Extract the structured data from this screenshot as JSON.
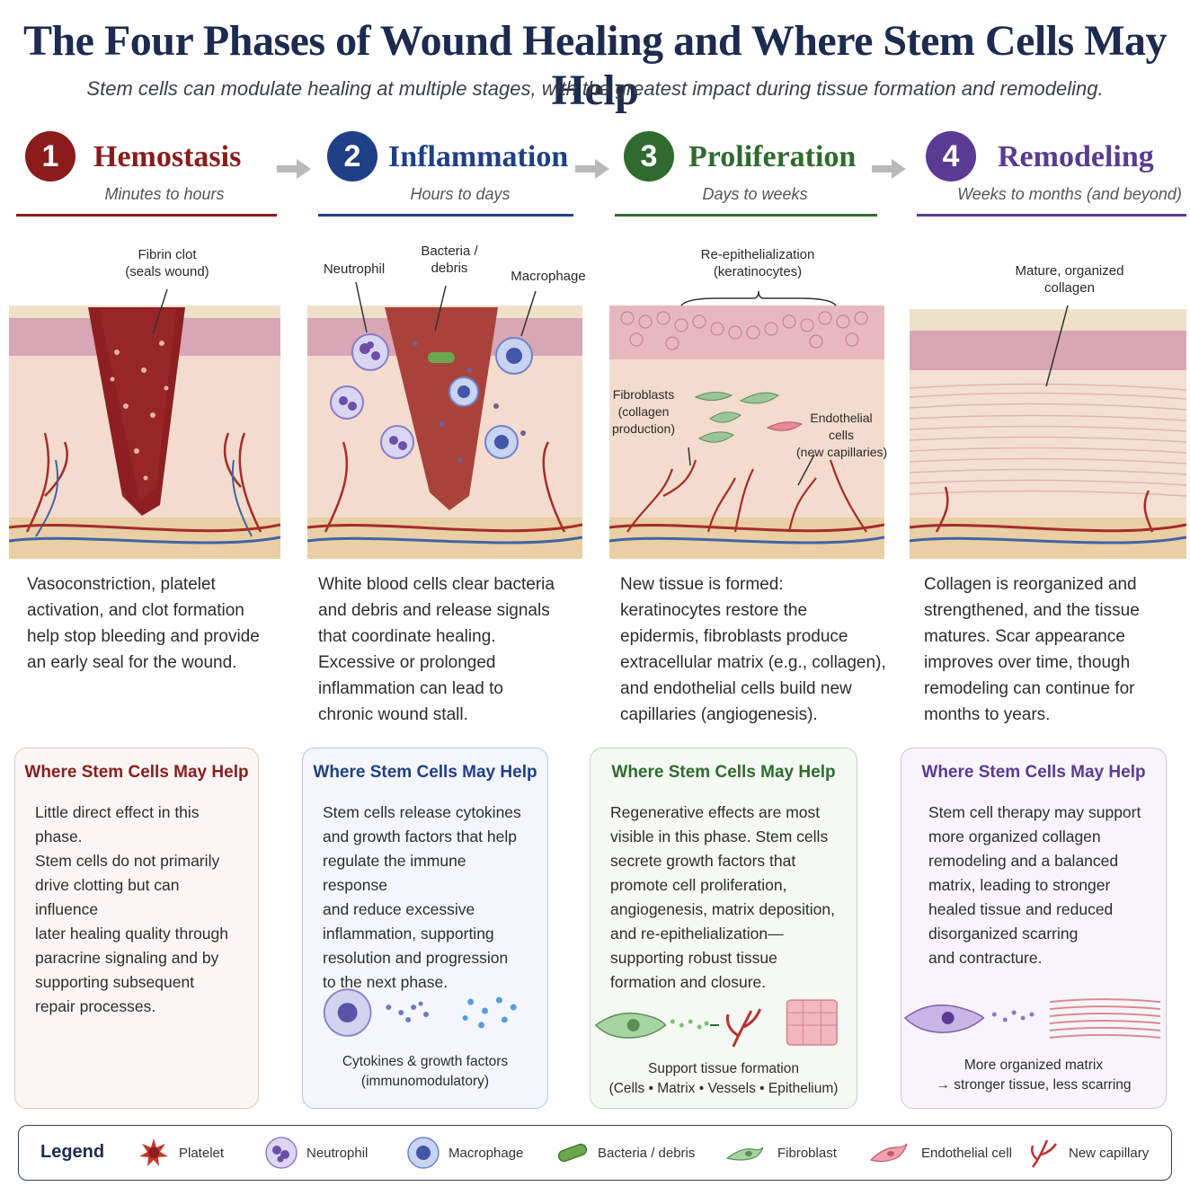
{
  "header": {
    "title": "The Four Phases of Wound Healing and Where Stem Cells May Help",
    "subtitle": "Stem cells can modulate healing at multiple stages, with the greatest impact during tissue formation and remodeling."
  },
  "colors": {
    "hemostasis": "#8a1c1c",
    "inflammation": "#1f3f86",
    "proliferation": "#2f6b2f",
    "remodeling": "#5a3a93"
  },
  "phases": [
    {
      "number": "1",
      "name": "Hemostasis",
      "time": "Minutes to hours",
      "labels": [
        "Fibrin clot",
        "(seals wound)"
      ],
      "description": [
        "Vasoconstriction, platelet",
        "activation, and clot formation",
        "help stop bleeding and provide",
        "an early seal for the wound."
      ],
      "help_title": "Where Stem Cells May Help",
      "help_body": [
        "Little direct effect in this phase.",
        "Stem cells do not primarily",
        "drive clotting but can influence",
        "later healing quality through",
        "paracrine signaling and by",
        "supporting subsequent",
        "repair processes."
      ]
    },
    {
      "number": "2",
      "name": "Inflammation",
      "time": "Hours to days",
      "labels": [
        "Neutrophil",
        "Bacteria /",
        "debris",
        "Macrophage"
      ],
      "description": [
        "White blood cells clear bacteria",
        "and debris and release signals",
        "that coordinate healing.",
        "Excessive or prolonged",
        "inflammation can lead to",
        "chronic wound stall."
      ],
      "help_title": "Where Stem Cells May Help",
      "help_body": [
        "Stem cells release cytokines",
        "and growth factors that help",
        "regulate the immune response",
        "and reduce excessive",
        "inflammation, supporting",
        "resolution and progression",
        "to the next phase."
      ],
      "help_caption": [
        "Cytokines & growth factors",
        "(immunomodulatory)"
      ]
    },
    {
      "number": "3",
      "name": "Proliferation",
      "time": "Days to weeks",
      "labels": [
        "Re-epithelialization",
        "(keratinocytes)",
        "Fibroblasts",
        "(collagen",
        "production)",
        "Endothelial",
        "cells",
        "(new capillaries)"
      ],
      "description": [
        "New tissue is formed:",
        "keratinocytes restore the",
        "epidermis, fibroblasts produce",
        "extracellular matrix (e.g., collagen),",
        "and endothelial cells build new",
        "capillaries (angiogenesis)."
      ],
      "help_title": "Where Stem Cells May Help",
      "help_body": [
        "Regenerative effects are most",
        "visible in this phase. Stem cells",
        "secrete growth factors that",
        "promote cell proliferation,",
        "angiogenesis, matrix deposition,",
        "and re-epithelialization—",
        "supporting robust tissue",
        "formation and closure."
      ],
      "help_caption": [
        "Support tissue formation",
        "(Cells • Matrix • Vessels • Epithelium)"
      ]
    },
    {
      "number": "4",
      "name": "Remodeling",
      "time": "Weeks to months (and beyond)",
      "labels": [
        "Mature, organized",
        "collagen"
      ],
      "description": [
        "Collagen is reorganized and",
        "strengthened, and the tissue",
        "matures. Scar appearance",
        "improves over time, though",
        "remodeling can continue for",
        "months to years."
      ],
      "help_title": "Where Stem Cells May Help",
      "help_body": [
        "Stem cell therapy may support",
        "more organized collagen",
        "remodeling and a balanced",
        "matrix, leading to stronger",
        "healed tissue and reduced",
        "disorganized scarring",
        "and contracture."
      ],
      "help_caption": [
        "More organized matrix",
        "→ stronger tissue, less scarring"
      ]
    }
  ],
  "legend": {
    "title": "Legend",
    "items": [
      {
        "label": "Platelet",
        "icon": "platelet-icon"
      },
      {
        "label": "Neutrophil",
        "icon": "neutrophil-icon"
      },
      {
        "label": "Macrophage",
        "icon": "macrophage-icon"
      },
      {
        "label": "Bacteria / debris",
        "icon": "bacteria-icon"
      },
      {
        "label": "Fibroblast",
        "icon": "fibroblast-icon"
      },
      {
        "label": "Endothelial cell",
        "icon": "endothelial-cell-icon"
      },
      {
        "label": "New capillary",
        "icon": "capillary-icon"
      }
    ]
  }
}
